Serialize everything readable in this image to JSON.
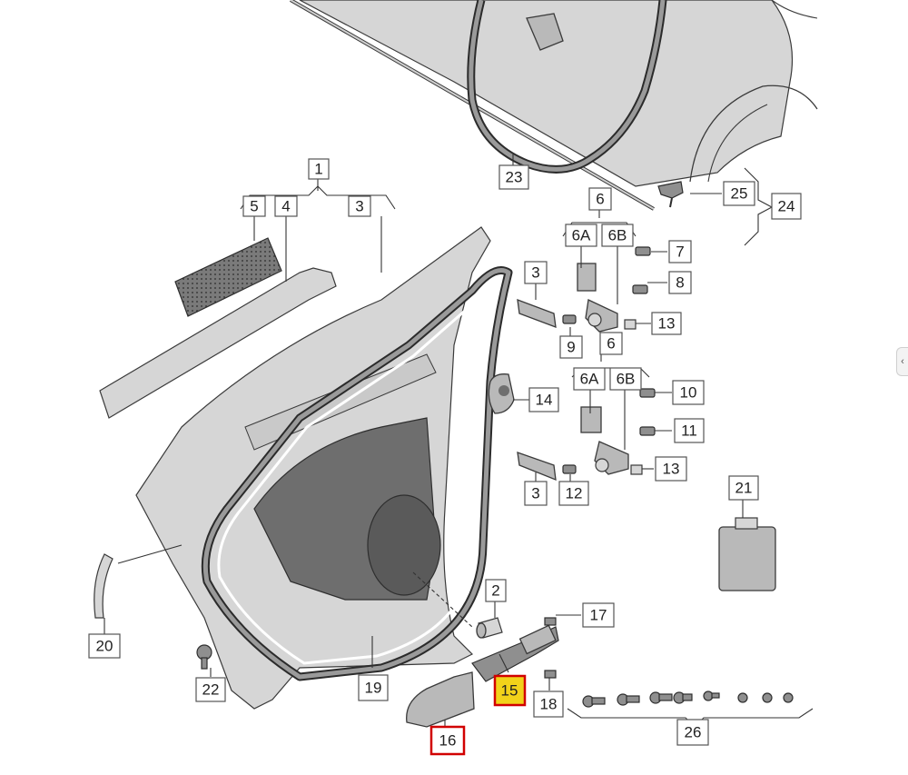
{
  "diagram": {
    "title": "Rear door exploded parts diagram",
    "highlight_colors": {
      "yellow_fill": "#f2d21a",
      "red_border": "#d10000"
    },
    "labels": {
      "l1": "1",
      "l2": "2",
      "l3a": "3",
      "l3b": "3",
      "l3c": "3",
      "l4": "4",
      "l5": "5",
      "l6a": "6",
      "l6b": "6",
      "l6A1": "6A",
      "l6B1": "6B",
      "l6A2": "6A",
      "l6B2": "6B",
      "l7": "7",
      "l8": "8",
      "l9": "9",
      "l10": "10",
      "l11": "11",
      "l12": "12",
      "l13a": "13",
      "l13b": "13",
      "l14": "14",
      "l15": "15",
      "l16": "16",
      "l17": "17",
      "l18": "18",
      "l19": "19",
      "l20": "20",
      "l21": "21",
      "l22": "22",
      "l23": "23",
      "l24": "24",
      "l25": "25",
      "l26": "26"
    }
  },
  "scroll_tab": {
    "glyph": "‹"
  }
}
